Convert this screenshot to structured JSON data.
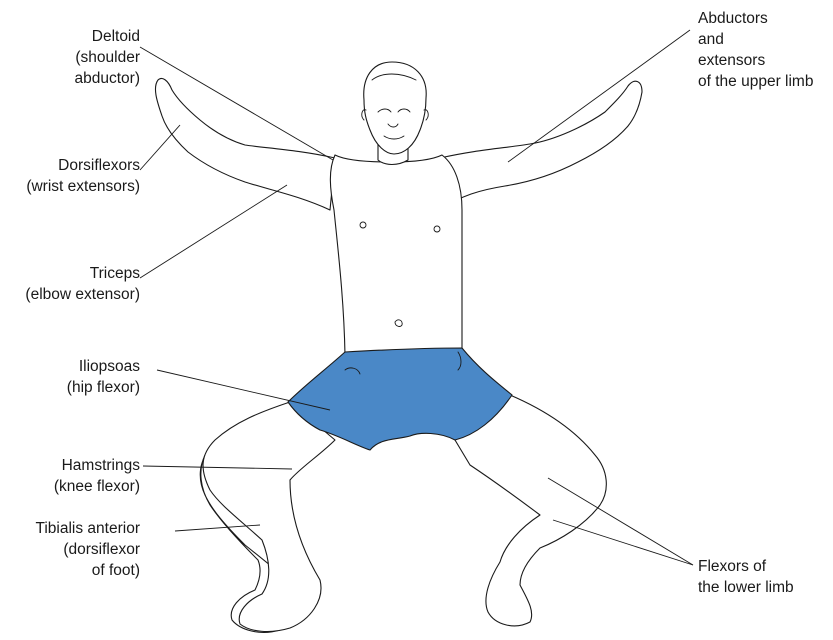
{
  "labels": {
    "deltoid": [
      "Deltoid",
      "(shoulder",
      "abductor)"
    ],
    "dorsiflexors": [
      "Dorsiflexors",
      "(wrist extensors)"
    ],
    "triceps": [
      "Triceps",
      "(elbow extensor)"
    ],
    "iliopsoas": [
      "Iliopsoas",
      "(hip flexor)"
    ],
    "hamstrings": [
      "Hamstrings",
      "(knee flexor)"
    ],
    "tibialis": [
      "Tibialis anterior",
      "(dorsiflexor",
      "of foot)"
    ],
    "abductors": [
      "Abductors",
      "and",
      "extensors",
      "of the upper limb"
    ],
    "flexors": [
      "Flexors of",
      "the lower limb"
    ]
  },
  "colors": {
    "shorts": "#4a88c7",
    "outline": "#1a1a1a"
  }
}
